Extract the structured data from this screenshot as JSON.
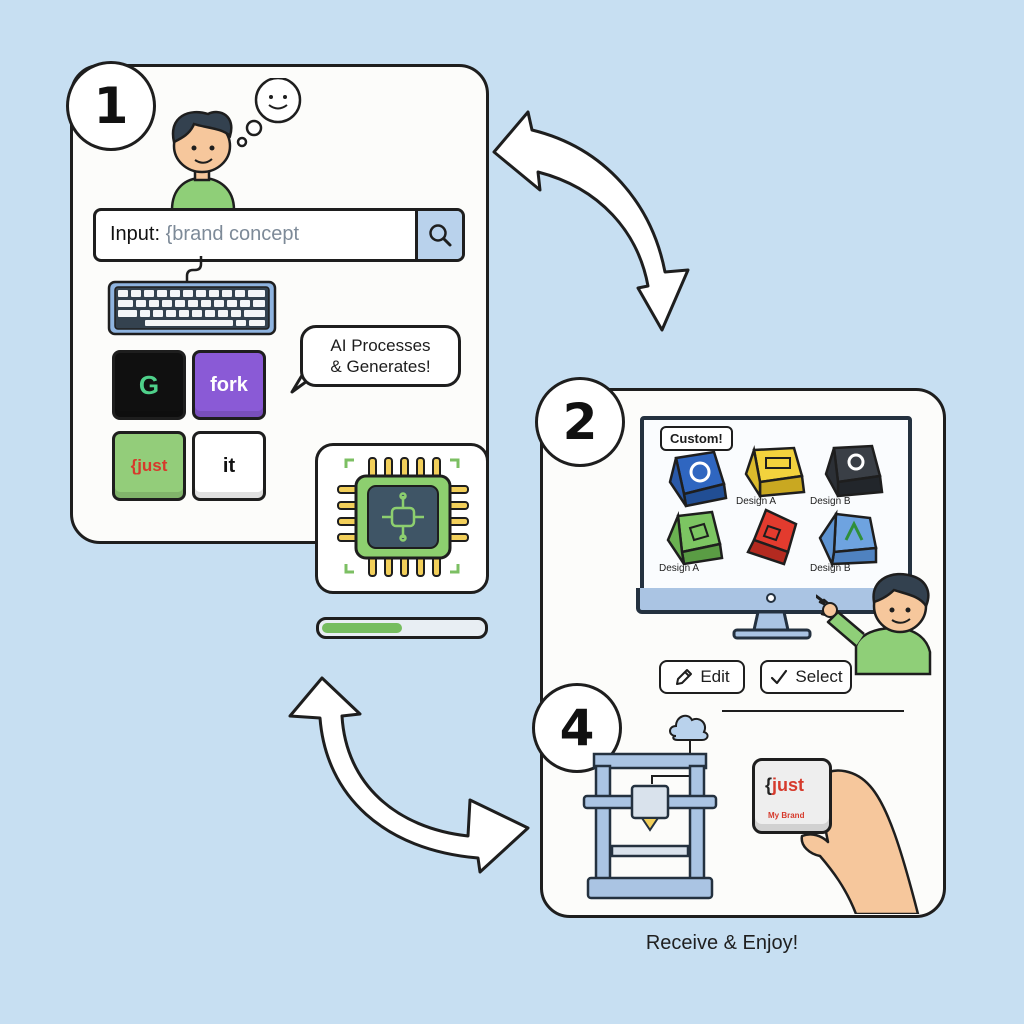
{
  "steps": {
    "one": "1",
    "two": "2",
    "four": "4"
  },
  "search": {
    "label": "Input: ",
    "placeholder": "{brand concept"
  },
  "keycaps": [
    {
      "text": "G",
      "bg": "#101010",
      "fg": "#4fd08a"
    },
    {
      "text": "fork",
      "bg": "#8a5ad6",
      "fg": "#ffffff"
    },
    {
      "text": "{just",
      "bg": "#93cd7a",
      "fg": "#d63a2c"
    },
    {
      "text": "it",
      "bg": "#ffffff",
      "fg": "#111111"
    }
  ],
  "ai_bubble": {
    "line1": "AI Processes",
    "line2": "& Generates!"
  },
  "progress": {
    "value": 0.5
  },
  "monitor": {
    "tag": "Custom!",
    "labels": [
      "Design A",
      "Design B",
      "Design A",
      "Design B"
    ]
  },
  "actions": {
    "edit": "Edit",
    "select": "Select"
  },
  "held_key": {
    "brace": "{",
    "word": "just",
    "sub": "My Brand"
  },
  "caption": "Receive & Enjoy!",
  "colors": {
    "background": "#c7dff2",
    "panel": "#fcfcfa",
    "accent_blue": "#aac4e3",
    "progress_green": "#76bd5f",
    "shirt_green": "#8fcf78"
  }
}
